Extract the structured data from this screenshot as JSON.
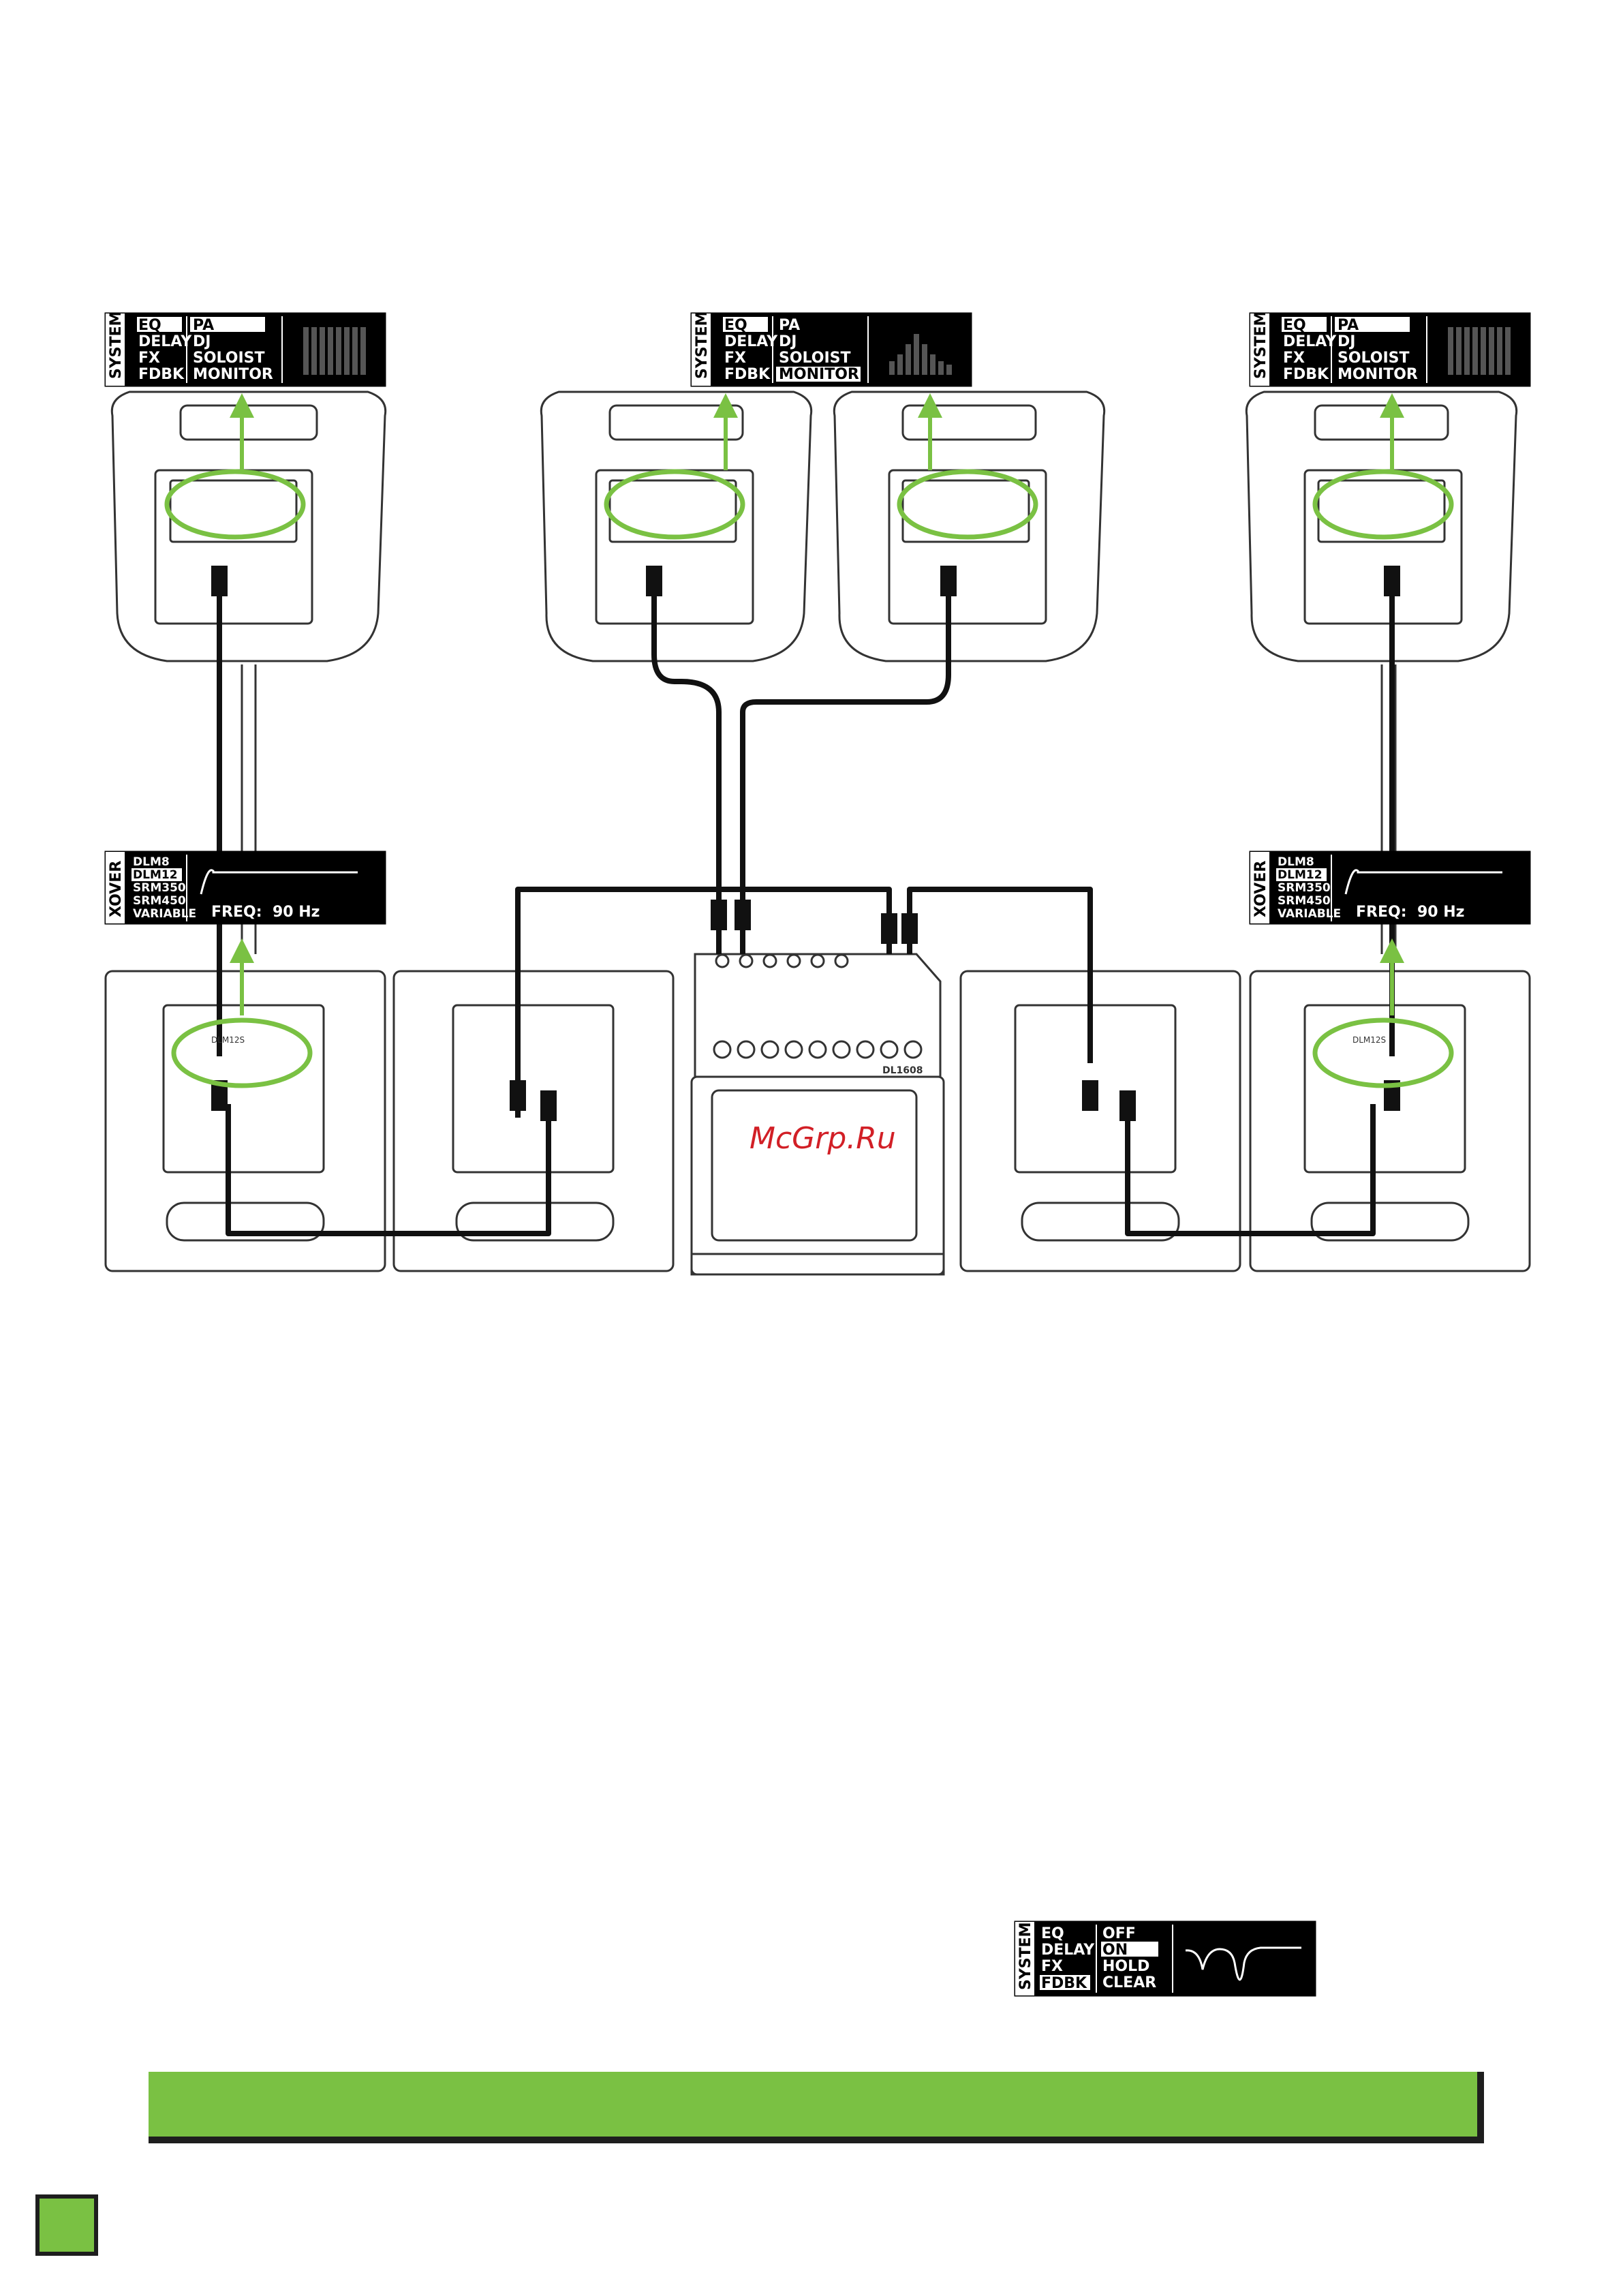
{
  "colors": {
    "accent_green": "#7ac143",
    "cable": "#111111",
    "outline": "#333333",
    "watermark_red": "#d21f26"
  },
  "system_display": {
    "side_label": "SYSTEM",
    "menu": [
      "EQ",
      "DELAY",
      "FX",
      "FDBK"
    ],
    "options": [
      "PA",
      "DJ",
      "SOLOIST",
      "MONITOR"
    ]
  },
  "system_displays": [
    {
      "selected_option": "PA"
    },
    {
      "selected_option": "MONITOR"
    },
    {
      "selected_option": "PA"
    }
  ],
  "xover_display": {
    "side_label": "XOVER",
    "options": [
      "DLM8",
      "DLM12",
      "SRM350",
      "SRM450",
      "VARIABLE"
    ],
    "selected_option": "DLM12",
    "freq_label": "FREQ:",
    "freq_value": "90 Hz"
  },
  "fdbk_display": {
    "side_label": "SYSTEM",
    "menu": [
      "EQ",
      "DELAY",
      "FX",
      "FDBK"
    ],
    "selected_menu": "FDBK",
    "options": [
      "OFF",
      "ON",
      "HOLD",
      "CLEAR"
    ],
    "selected_option": "ON"
  },
  "mixer": {
    "model_label": "DL1608"
  },
  "panel_label": "DLM12S",
  "watermark": "McGrp.Ru"
}
